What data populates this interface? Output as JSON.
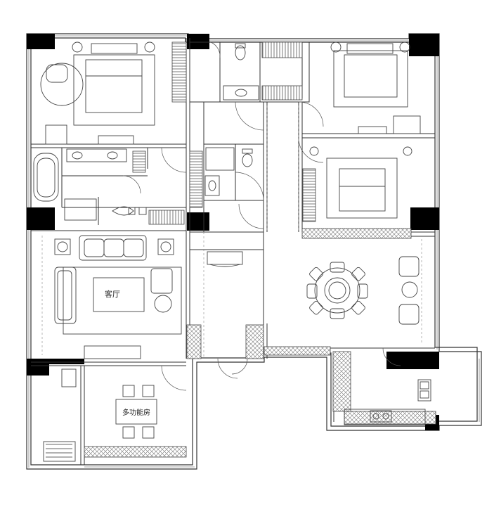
{
  "floorplan": {
    "labels": {
      "living_room": "客厅",
      "multi_function_room": "多功能房"
    },
    "colors": {
      "wall": "#000000",
      "line": "#333333",
      "furniture": "#555555",
      "hatch": "#666666",
      "background": "#ffffff"
    },
    "icons": {
      "column": "black-square-column",
      "bed": "double-bed",
      "bathtub": "bathtub",
      "toilet": "toilet",
      "sofa": "sofa",
      "dining": "round-dining-table",
      "stove": "gas-stove",
      "sink": "sink",
      "wardrobe": "wardrobe-hatch"
    }
  }
}
